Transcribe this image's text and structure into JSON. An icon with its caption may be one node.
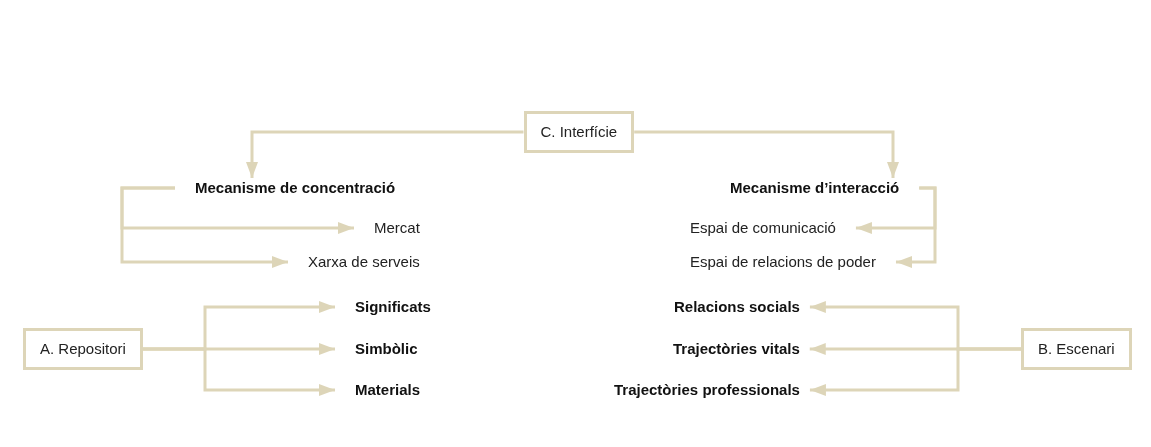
{
  "diagram": {
    "nodes": [
      {
        "text": [
          "C. Interfície"
        ]
      },
      {
        "text": [
          "Mecanisme de concentració"
        ]
      },
      {
        "text": [
          "Mercat"
        ]
      },
      {
        "text": [
          "Xarxa de serveis"
        ]
      },
      {
        "text": [
          "Mecanisme d’interacció"
        ]
      },
      {
        "text": [
          "Espai de comunicació"
        ]
      },
      {
        "text": [
          "Espai de relacions de poder"
        ]
      },
      {
        "text": [
          "A. Repositori"
        ]
      },
      {
        "text": [
          "Significats"
        ]
      },
      {
        "text": [
          "Simbòlic"
        ]
      },
      {
        "text": [
          "Materials"
        ]
      },
      {
        "text": [
          "Relacions socials"
        ]
      },
      {
        "text": [
          "Trajectòries vitals"
        ]
      },
      {
        "text": [
          "Trajectòries professionals"
        ]
      },
      {
        "text": [
          "B. Escenari"
        ]
      }
    ],
    "edges": [
      {
        "from": 0,
        "to": 1,
        "arrow": "to"
      },
      {
        "from": 0,
        "to": 4,
        "arrow": "to"
      },
      {
        "from": 1,
        "to": 2,
        "arrow": "to"
      },
      {
        "from": 1,
        "to": 3,
        "arrow": "to"
      },
      {
        "from": 4,
        "to": 5,
        "arrow": "to"
      },
      {
        "from": 4,
        "to": 6,
        "arrow": "to"
      },
      {
        "from": 7,
        "to": 8,
        "arrow": "to"
      },
      {
        "from": 7,
        "to": 9,
        "arrow": "to"
      },
      {
        "from": 7,
        "to": 10,
        "arrow": "to"
      },
      {
        "from": 14,
        "to": 11,
        "arrow": "to"
      },
      {
        "from": 14,
        "to": 12,
        "arrow": "to"
      },
      {
        "from": 14,
        "to": 13,
        "arrow": "to"
      }
    ]
  }
}
